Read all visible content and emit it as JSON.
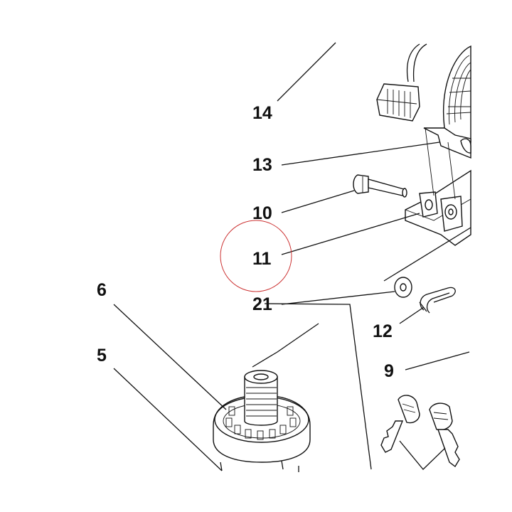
{
  "labels": {
    "n14": "14",
    "n13": "13",
    "n10": "10",
    "n11": "11",
    "n21": "21",
    "n12": "12",
    "n9": "9",
    "n6": "6",
    "n5": "5"
  },
  "highlight": {
    "target_label": "11",
    "color": "#cc3333"
  },
  "colors": {
    "ink": "#111111",
    "background": "#ffffff"
  }
}
